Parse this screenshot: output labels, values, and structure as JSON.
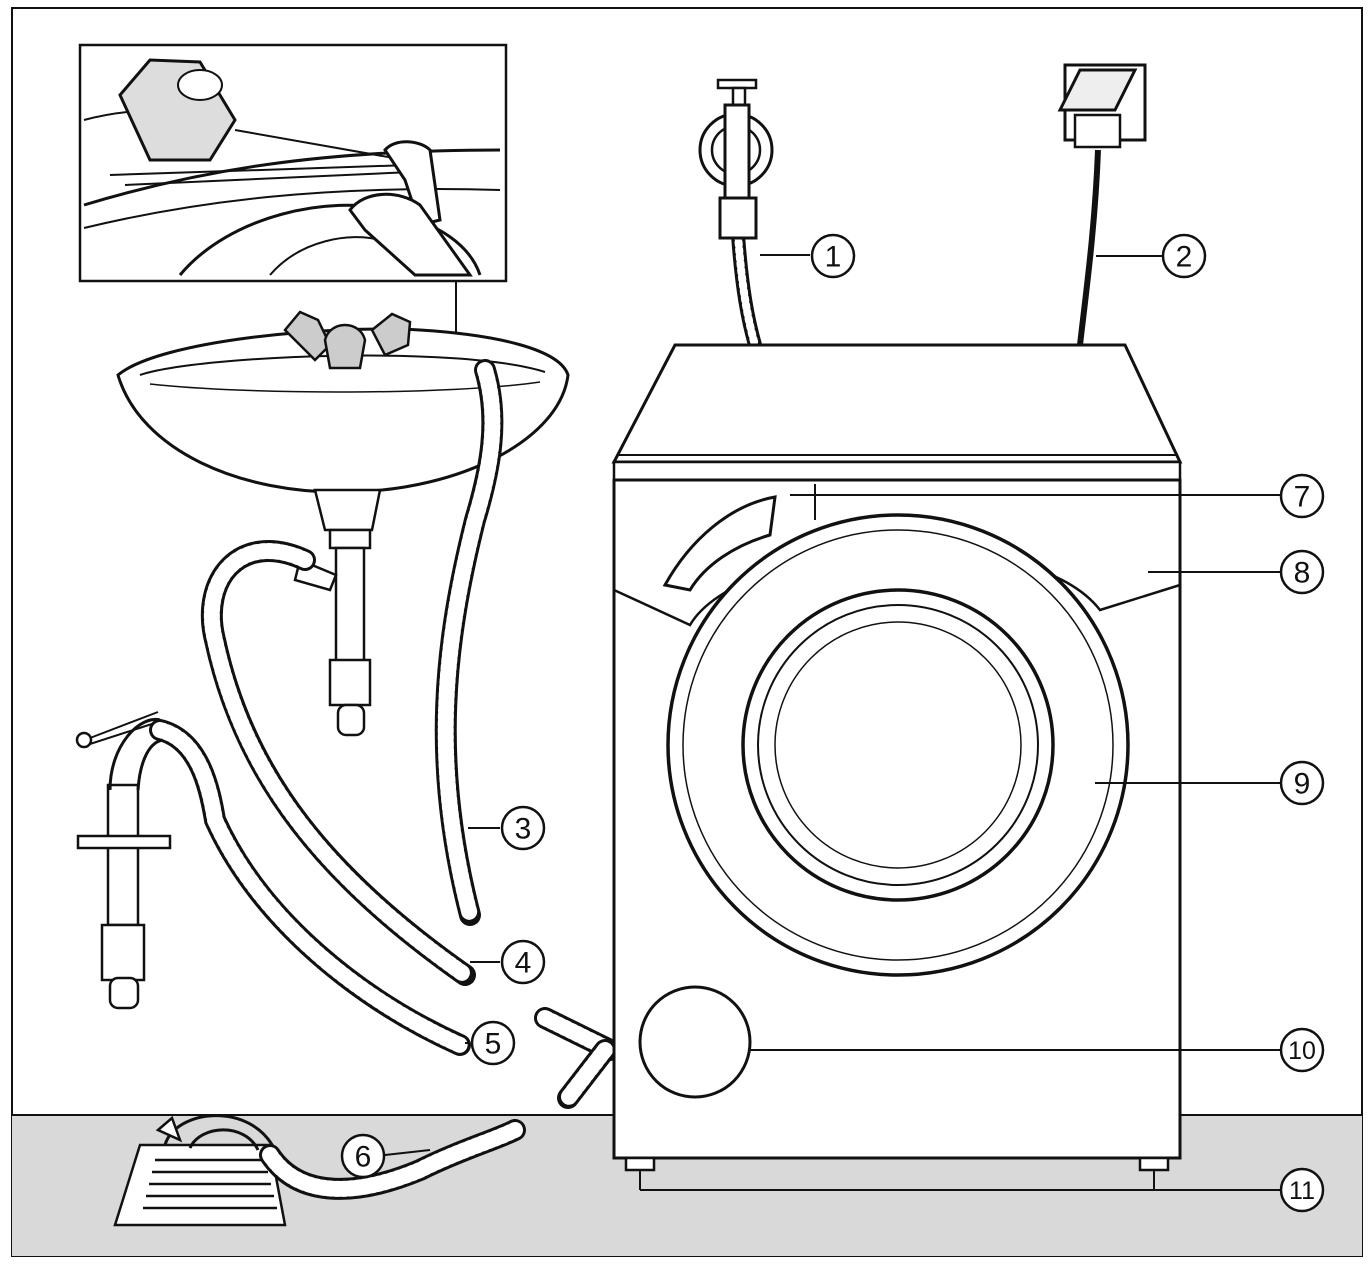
{
  "diagram": {
    "colors": {
      "line": "#111111",
      "floor": "#d9d9d9",
      "background": "#ffffff",
      "porthole": "#ffffff"
    },
    "callouts": [
      {
        "id": "1",
        "label": "1",
        "target": "water-tap-inlet-hose"
      },
      {
        "id": "2",
        "label": "2",
        "target": "power-cable-plug"
      },
      {
        "id": "3",
        "label": "3",
        "target": "drain-hose-over-sink"
      },
      {
        "id": "4",
        "label": "4",
        "target": "drain-hose-to-sink-trap"
      },
      {
        "id": "5",
        "label": "5",
        "target": "drain-hose-to-standpipe"
      },
      {
        "id": "6",
        "label": "6",
        "target": "drain-hose-to-floor-drain"
      },
      {
        "id": "7",
        "label": "7",
        "target": "detergent-drawer"
      },
      {
        "id": "8",
        "label": "8",
        "target": "control-panel"
      },
      {
        "id": "9",
        "label": "9",
        "target": "door"
      },
      {
        "id": "10",
        "label": "10",
        "target": "drain-pump-access-cover"
      },
      {
        "id": "11",
        "label": "11",
        "target": "adjustable-feet"
      }
    ]
  }
}
